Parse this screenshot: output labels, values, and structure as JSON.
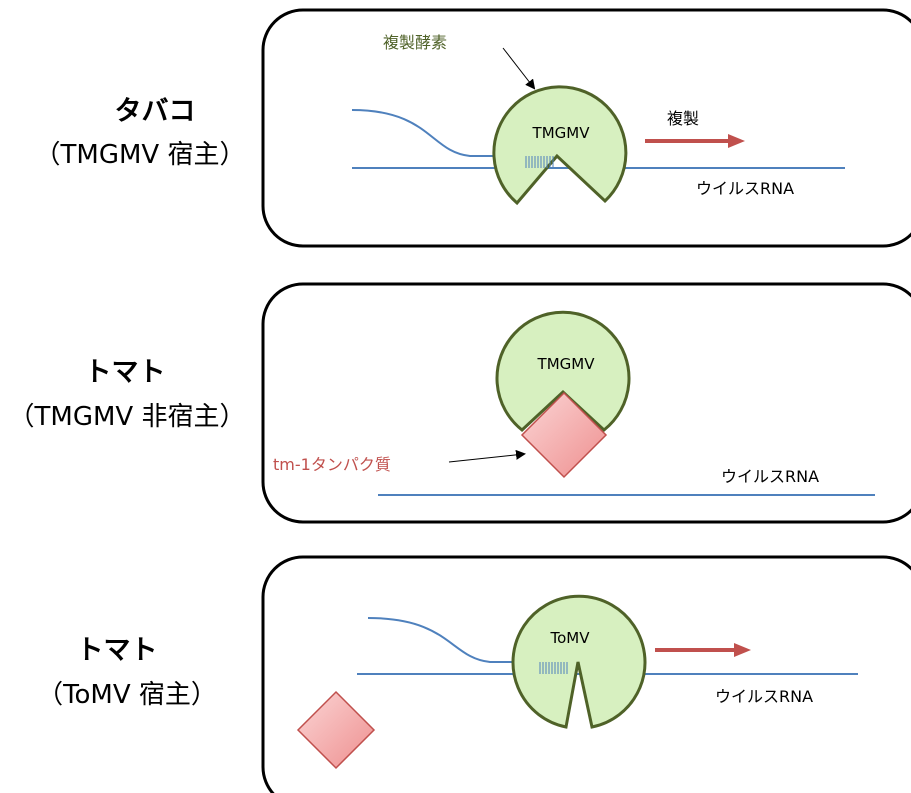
{
  "colors": {
    "panel_border": "#000000",
    "rna_line": "#4f81bd",
    "virus_fill": "#d7f0c0",
    "virus_stroke": "#4f6228",
    "arrow": "#c0504d",
    "protein_fill": "#f2a5a5",
    "protein_stroke": "#c0504d",
    "enzyme_label": "#4f6228",
    "protein_label": "#c0504d"
  },
  "panels": [
    {
      "host_name": "タバコ",
      "host_sub": "（TMGMV 宿主）",
      "virus_label": "TMGMV",
      "enzyme_label": "複製酵素",
      "replication_label": "複製",
      "rna_label": "ウイルスRNA"
    },
    {
      "host_name": "トマト",
      "host_sub": "（TMGMV 非宿主）",
      "virus_label": "TMGMV",
      "protein_label": "tm-1タンパク質",
      "rna_label": "ウイルスRNA"
    },
    {
      "host_name": "トマト",
      "host_sub": "（ToMV 宿主）",
      "virus_label": "ToMV",
      "rna_label": "ウイルスRNA"
    }
  ]
}
